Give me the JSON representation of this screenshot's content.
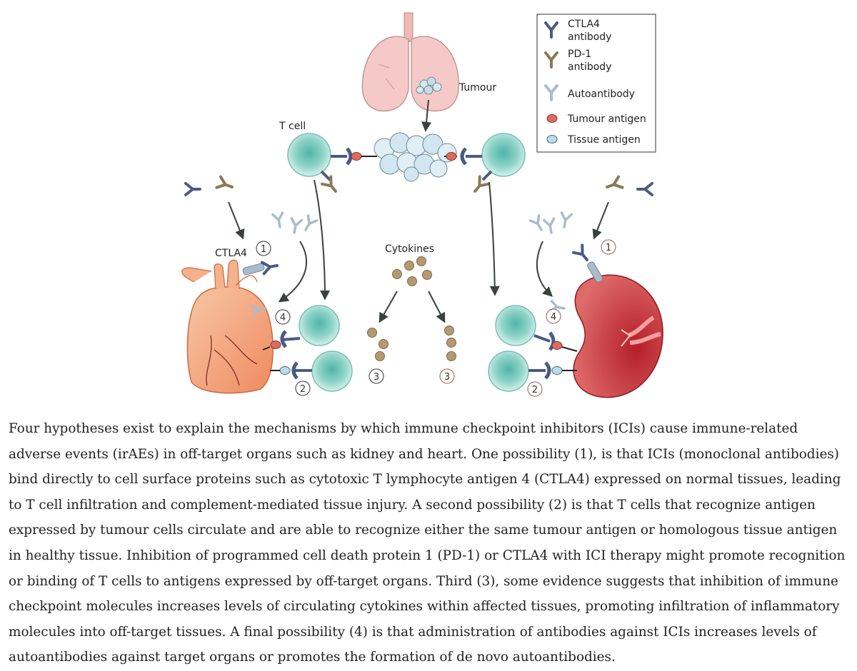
{
  "legend": {
    "ctla4_antibody": "CTLA4\nantibody",
    "pd1_antibody": "PD-1\nantibody",
    "autoantibody": "Autoantibody",
    "tumour_antigen": "Tumour antigen",
    "tissue_antigen": "Tissue antigen"
  },
  "labels": {
    "tumour": "Tumour",
    "t_cell": "T cell",
    "cytokines": "Cytokines",
    "ctla4": "CTLA4"
  },
  "markers": {
    "heart_1": "1",
    "heart_4": "4",
    "heart_2": "2",
    "cyto_left_3": "3",
    "cyto_right_3": "3",
    "kidney_1": "1",
    "kidney_4": "4",
    "kidney_2": "2"
  },
  "colors": {
    "ctla4": "#4a5a86",
    "pd1": "#8a7a55",
    "autoantibody": "#a9bccb",
    "tumour_antigen": "#e06a5e",
    "tissue_antigen": "#b7dceb",
    "t_cell": "#8fd3c8",
    "cytokine": "#b39a72",
    "lung": "#f4c9c7",
    "heart": "#f3a27a",
    "kidney": "#b51f29"
  },
  "caption": "Four hypotheses exist to explain the mechanisms by which immune checkpoint inhibitors (ICIs) cause immune-related adverse events (irAEs) in off-target organs such as kidney and heart. One possibility (1), is that ICIs (monoclonal antibodies) bind directly to cell surface proteins such as cytotoxic T lymphocyte antigen 4 (CTLA4) expressed on normal tissues, leading to T cell infiltration and complement-mediated tissue injury. A second possibility (2) is that T cells that recognize antigen expressed by tumour cells circulate and are able to recognize either the same tumour antigen or homologous tissue antigen in healthy tissue. Inhibition of programmed cell death protein 1 (PD-1) or CTLA4 with ICI therapy might promote recognition or binding of T cells to antigens expressed by off-target organs. Third (3), some evidence suggests that inhibition of immune checkpoint molecules increases levels of circulating cytokines within affected tissues, promoting infiltration of inflammatory molecules into off-target tissues. A final possibility (4) is that administration of antibodies against ICIs increases levels of autoantibodies against target organs or promotes the formation of de novo autoantibodies."
}
